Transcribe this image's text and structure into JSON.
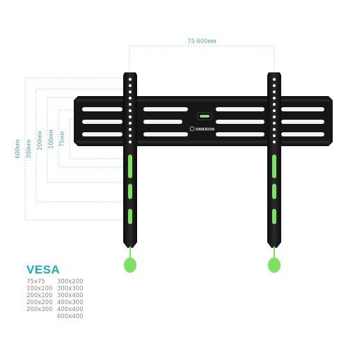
{
  "dimensions": {
    "horizontal": "75-600мм",
    "vertical": [
      "600мм",
      "300мм",
      "200мм",
      "100мм",
      "75мм"
    ]
  },
  "brand": "ONKRON",
  "vesa": {
    "title": "VESA",
    "col1": [
      "75x75",
      "100x100",
      "200x100",
      "200x200",
      "200x300"
    ],
    "col2": [
      "300x200",
      "300x300",
      "300x400",
      "400x300",
      "400x400",
      "600x400"
    ]
  },
  "colors": {
    "accent": "#7ee060",
    "dimension": "#5aa7a1",
    "vesa_title": "#1faab2",
    "frame": "#161616"
  }
}
